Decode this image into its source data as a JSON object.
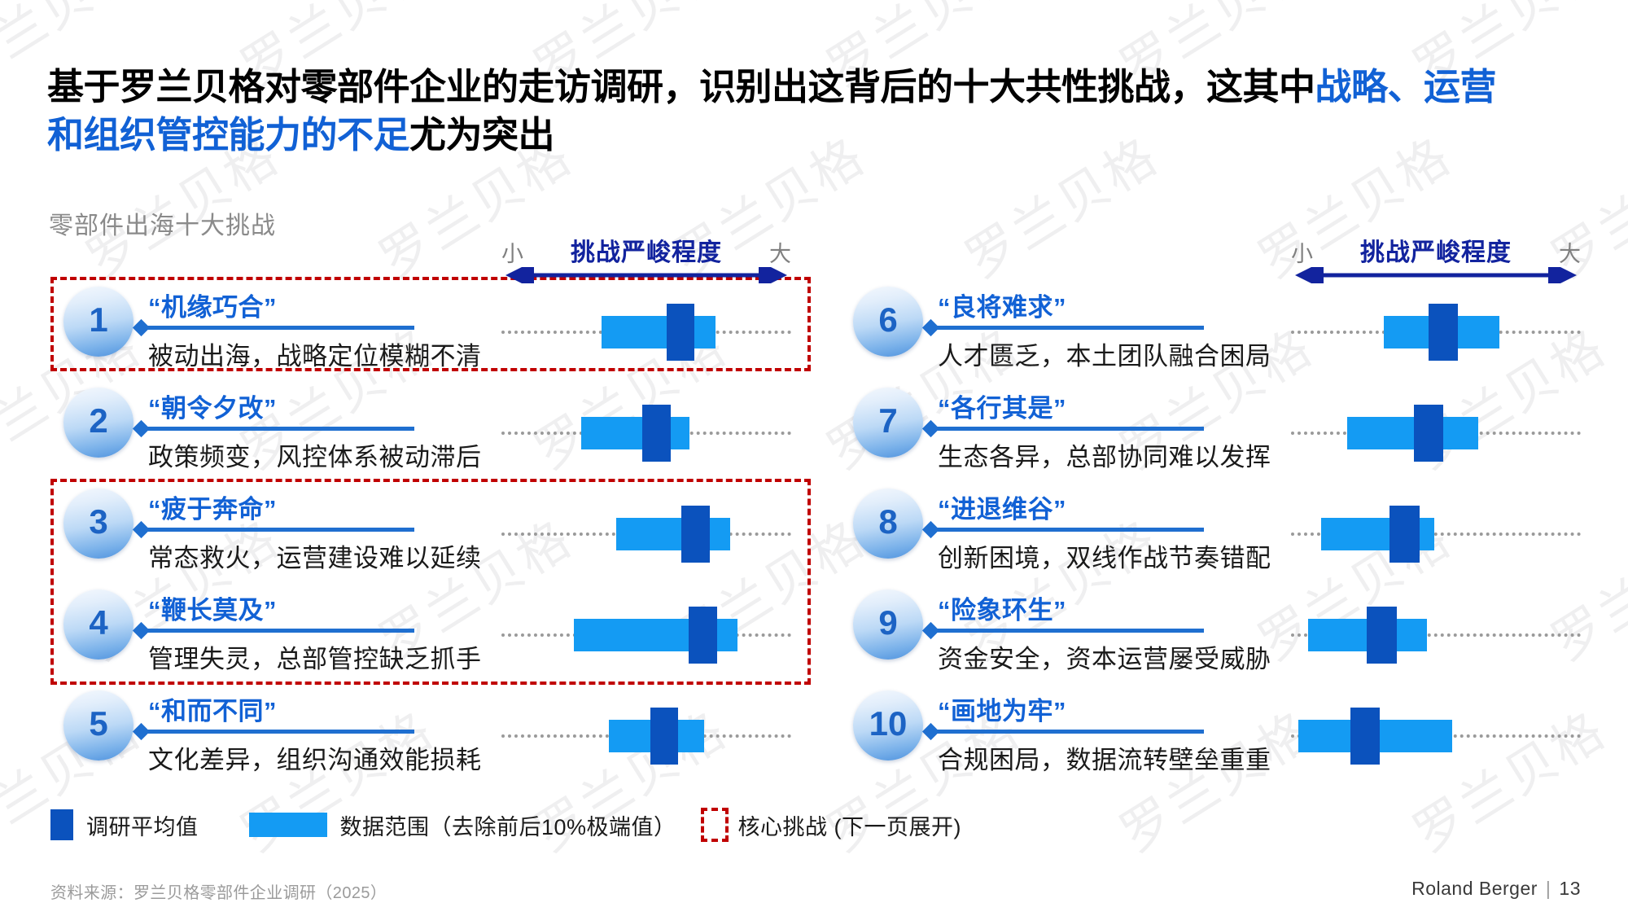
{
  "title": {
    "line1_a": "基于罗兰贝格对零部件企业的走访调研，识别出这背后的十大共性挑战，这其中",
    "line1_b": "战略、运营",
    "line2_a": "和组织管控能力的不足",
    "line2_b": "尤为突出"
  },
  "subtitle": "零部件出海十大挑战",
  "axis": {
    "small": "小",
    "large": "大",
    "title": "挑战严峻程度"
  },
  "legend": {
    "mean_label": "调研平均值",
    "range_label": "数据范围（去除前后10%极端值）",
    "core_label": "核心挑战 (下一页展开)"
  },
  "footer": {
    "source": "资料来源：罗兰贝格零部件企业调研（2025）",
    "brand": "Roland Berger",
    "separator": "|",
    "page": "13"
  },
  "watermark_text": "罗兰贝格",
  "colors": {
    "accent_blue": "#1161d5",
    "navy": "#12239e",
    "mean_blue": "#0b52bd",
    "range_blue": "#149bf3",
    "highlight_red": "#c00000",
    "grey_text": "#8a8a8a"
  },
  "chart_data": {
    "type": "bar",
    "subtype": "range-with-mean (floating bar / box plot style)",
    "title": "零部件出海十大挑战",
    "xlabel": "挑战严峻程度",
    "ylabel": "",
    "xlim": [
      0,
      100
    ],
    "axis_tick_labels": [
      "小",
      "大"
    ],
    "grid": false,
    "legend_position": "bottom-left",
    "series": [
      {
        "name": "数据范围（去除前后10%极端值）",
        "color": "#149bf3"
      },
      {
        "name": "调研平均值",
        "color": "#0b52bd"
      }
    ],
    "categories": [
      "“机缘巧合”",
      "“朝令夕改”",
      "“疲于奔命”",
      "“鞭长莫及”",
      "“和而不同”",
      "“良将难求”",
      "“各行其是”",
      "“进退维谷”",
      "“险象环生”",
      "“画地为牢”"
    ],
    "points": [
      {
        "n": "1",
        "range_low": 34.5,
        "range_high": 74.0,
        "mean_low": 57.0,
        "mean_high": 66.5
      },
      {
        "n": "2",
        "range_low": 27.5,
        "range_high": 65.0,
        "mean_low": 48.5,
        "mean_high": 58.5
      },
      {
        "n": "3",
        "range_low": 39.5,
        "range_high": 79.0,
        "mean_low": 62.0,
        "mean_high": 72.0
      },
      {
        "n": "4",
        "range_low": 25.0,
        "range_high": 81.5,
        "mean_low": 64.5,
        "mean_high": 74.5
      },
      {
        "n": "5",
        "range_low": 37.0,
        "range_high": 70.0,
        "mean_low": 51.5,
        "mean_high": 61.0
      },
      {
        "n": "6",
        "range_low": 32.0,
        "range_high": 72.0,
        "mean_low": 47.5,
        "mean_high": 57.5
      },
      {
        "n": "7",
        "range_low": 19.5,
        "range_high": 64.5,
        "mean_low": 42.5,
        "mean_high": 52.5
      },
      {
        "n": "8",
        "range_low": 10.5,
        "range_high": 49.5,
        "mean_low": 34.0,
        "mean_high": 44.5
      },
      {
        "n": "9",
        "range_low": 6.0,
        "range_high": 47.0,
        "mean_low": 26.0,
        "mean_high": 36.5
      },
      {
        "n": "10",
        "range_low": 2.5,
        "range_high": 55.5,
        "mean_low": 20.5,
        "mean_high": 30.5
      }
    ]
  },
  "items_left": [
    {
      "num": "1",
      "quote": "“机缘巧合”",
      "desc": "被动出海，战略定位模糊不清"
    },
    {
      "num": "2",
      "quote": "“朝令夕改”",
      "desc": "政策频变，风控体系被动滞后"
    },
    {
      "num": "3",
      "quote": "“疲于奔命”",
      "desc": "常态救火，运营建设难以延续"
    },
    {
      "num": "4",
      "quote": "“鞭长莫及”",
      "desc": "管理失灵，总部管控缺乏抓手"
    },
    {
      "num": "5",
      "quote": "“和而不同”",
      "desc": "文化差异，组织沟通效能损耗"
    }
  ],
  "items_right": [
    {
      "num": "6",
      "quote": "“良将难求”",
      "desc": "人才匮乏，本土团队融合困局"
    },
    {
      "num": "7",
      "quote": "“各行其是”",
      "desc": "生态各异，总部协同难以发挥"
    },
    {
      "num": "8",
      "quote": "“进退维谷”",
      "desc": "创新困境，双线作战节奏错配"
    },
    {
      "num": "9",
      "quote": "“险象环生”",
      "desc": "资金安全，资本运营屡受威胁"
    },
    {
      "num": "10",
      "quote": "“画地为牢”",
      "desc": "合规困局，数据流转壁垒重重"
    }
  ]
}
